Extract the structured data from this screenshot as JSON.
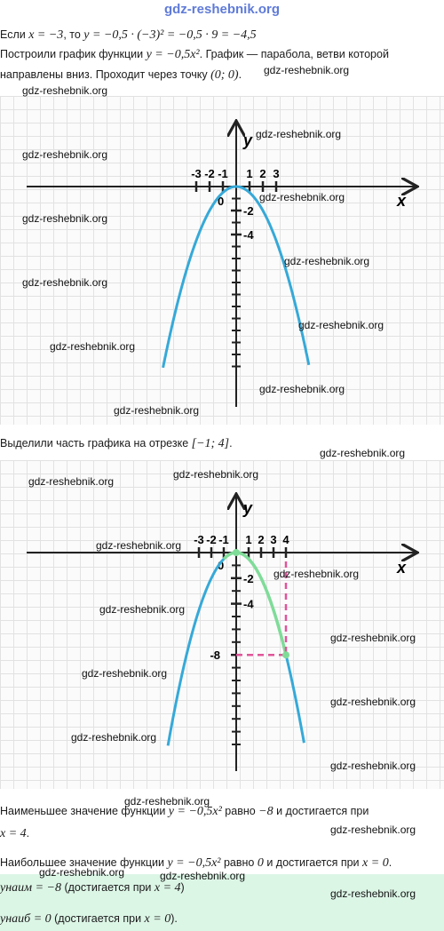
{
  "watermark": "gdz-reshebnik.org",
  "lines": {
    "line1_a": "Если ",
    "line1_math": "x = −3",
    "line1_b": ", то ",
    "line1_math2": "y = −0,5 · (−3)² = −0,5 · 9 = −4,5",
    "line2_a": "Построили график функции ",
    "line2_math": "y = −0,5x²",
    "line2_b": ". График — парабола, ветви которой",
    "line3_a": "направлены вниз. Проходит через точку ",
    "line3_math": "(0;  0)",
    "line3_b": ".",
    "segment_a": "Выделили часть графика на отрезке ",
    "segment_math": "[−1;  4]",
    "segment_b": ".",
    "min_a": "Наименьшее значение функции ",
    "min_math": "y = −0,5x²",
    "min_b": " равно ",
    "min_math2": "−8",
    "min_c": " и достигается при",
    "min_line2_math": "x = 4",
    "min_line2_b": ".",
    "max_a": "Наибольшее значение функции ",
    "max_math": "y = −0,5x²",
    "max_b": " равно ",
    "max_math2": "0",
    "max_c": " и достигается при ",
    "max_math3": "x = 0",
    "max_d": ".",
    "ans1_math": "yнаим = −8",
    "ans1_text": " (достигается при ",
    "ans1_math2": "x = 4",
    "ans1_end": ")",
    "ans2_math": "yнаиб = 0",
    "ans2_text": " (достигается при ",
    "ans2_math2": "x = 0",
    "ans2_end": ")."
  },
  "graph1": {
    "x_label": "x",
    "y_label": "y",
    "x_ticks": [
      "-3",
      "-2",
      "-1",
      "1",
      "2",
      "3"
    ],
    "y_ticks": [
      "-2",
      "-4"
    ],
    "origin_label": "0",
    "curve_color": "#36a9d8"
  },
  "graph2": {
    "x_label": "x",
    "y_label": "y",
    "x_ticks": [
      "-3",
      "-2",
      "-1",
      "1",
      "2",
      "3",
      "4"
    ],
    "y_ticks": [
      "-2",
      "-4",
      "-8"
    ],
    "origin_label": "0",
    "curve_color": "#36a9d8",
    "highlight_color": "#7fdc98",
    "dash_color": "#e0559a"
  }
}
